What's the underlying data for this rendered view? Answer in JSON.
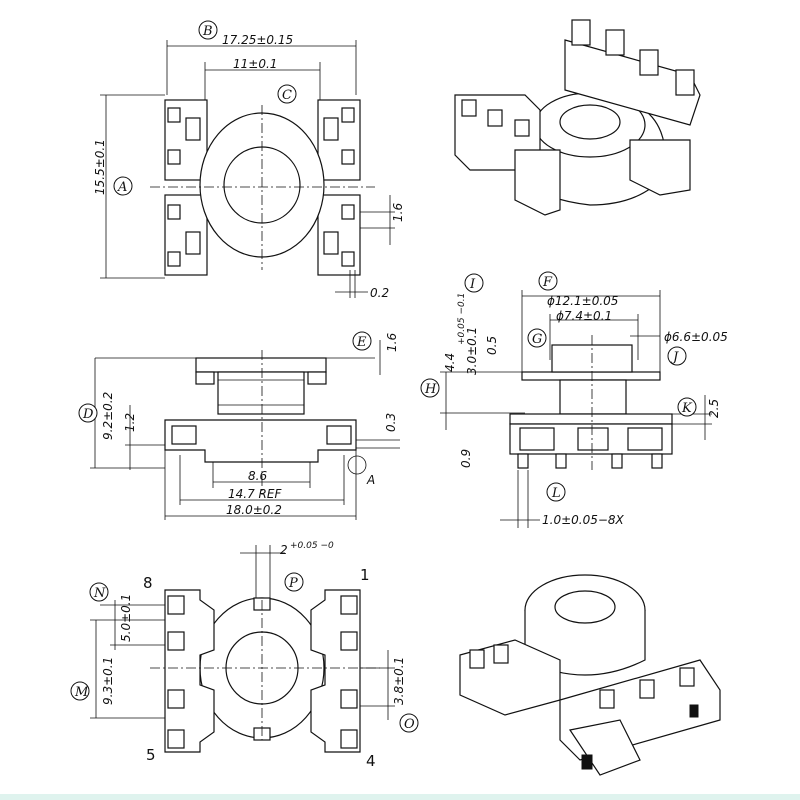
{
  "labels": {
    "A": "A",
    "B": "B",
    "C": "C",
    "D": "D",
    "E": "E",
    "F": "F",
    "G": "G",
    "H": "H",
    "I": "I",
    "J": "J",
    "K": "K",
    "L": "L",
    "M": "M",
    "N": "N",
    "O": "O",
    "P": "P"
  },
  "dims": {
    "b_width": "17.25±0.15",
    "c_width": "11±0.1",
    "a_height": "15.5±0.1",
    "pin_pitch": "1.6",
    "pin_offset": "0.2",
    "e_top": "1.6",
    "d_height": "9.2±0.2",
    "base_h": "1.2",
    "a_tab": "0.3",
    "span_86": "8.6",
    "span_147": "14.7 REF",
    "span_180": "18.0±0.2",
    "i_height": "4.4",
    "i_tol": "+0.05 −0.1",
    "g_height": "3.0±0.1",
    "h_small": "0.5",
    "f_dia": "ϕ12.1±0.05",
    "g_dia": "ϕ7.4±0.1",
    "j_dia": "ϕ6.6±0.05",
    "k_h": "2.5",
    "base_09": "0.9",
    "pin_pitch_8x": "1.0±0.05−8X",
    "p_slot": "2",
    "p_tol": "+0.05 −0",
    "n_height": "5.0±0.1",
    "m_height": "9.3±0.1",
    "o_height": "3.8±0.1",
    "leader_a": "A"
  },
  "pins": {
    "p1": "1",
    "p4": "4",
    "p5": "5",
    "p8": "8"
  }
}
